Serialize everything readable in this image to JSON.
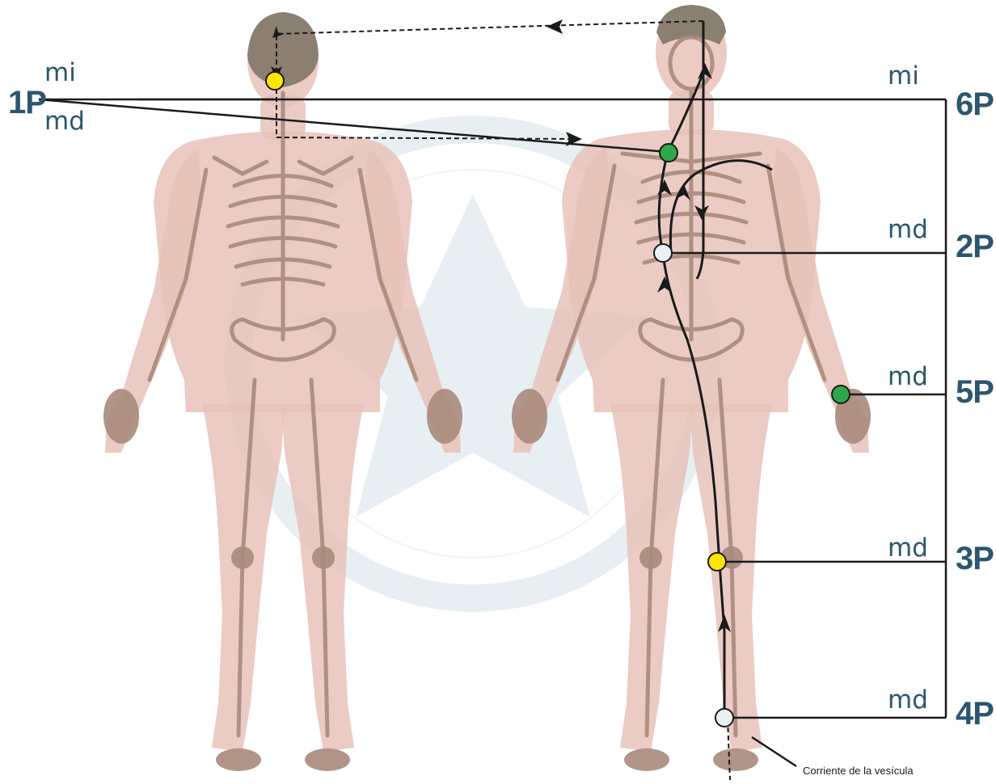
{
  "colors": {
    "label": "#2b5670",
    "line": "#1a1a1a",
    "point_yellow": "#ffe600",
    "point_green": "#2fa84a",
    "point_white": "#e9f1f5",
    "body": "#e8c2b8",
    "bone": "#a98a7c",
    "hair": "#8a7f70",
    "watermark": "#d5e3e8"
  },
  "icons": {
    "watermark": "star-in-circle",
    "arrow": "arrowhead"
  },
  "labels": {
    "p1": "1P",
    "p1_mi": "mi",
    "p1_md": "md",
    "p6": "6P",
    "p6_side": "mi",
    "p2": "2P",
    "p2_side": "md",
    "p5": "5P",
    "p5_side": "md",
    "p3": "3P",
    "p3_side": "md",
    "p4": "4P",
    "p4_side": "md"
  },
  "caption": "Corriente de la vesícula"
}
